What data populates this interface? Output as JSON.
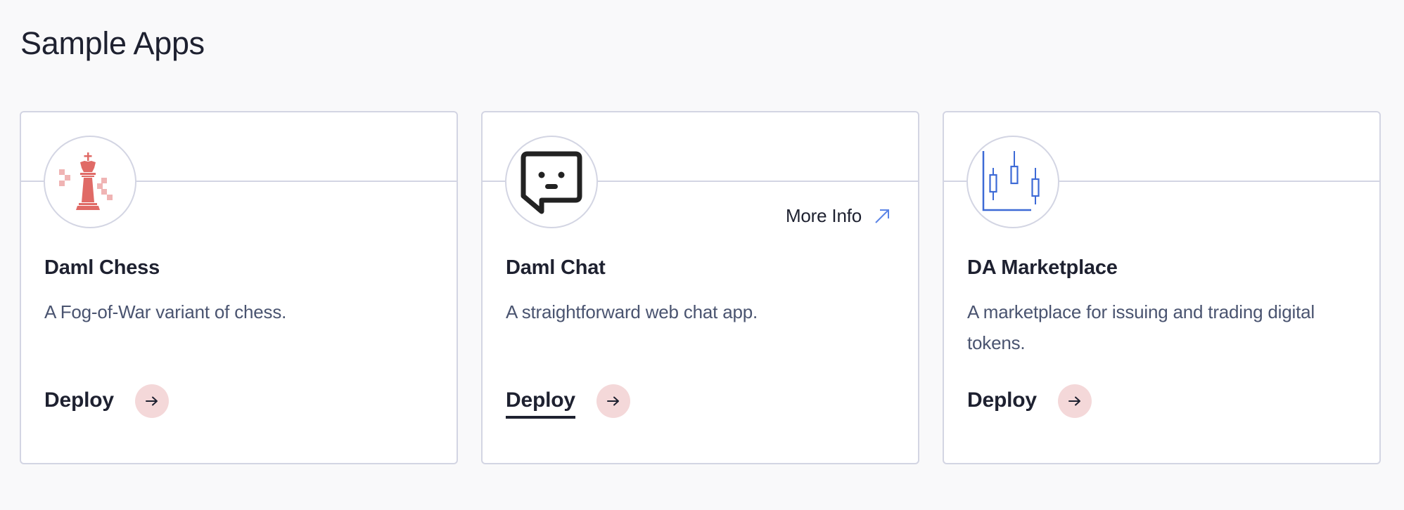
{
  "page": {
    "title": "Sample Apps"
  },
  "colors": {
    "background": "#f9f9fa",
    "card_border": "#d3d5e3",
    "text_primary": "#1e2130",
    "text_secondary": "#4a5470",
    "deploy_arrow_bg": "#f4d8d9",
    "chess_icon": "#e06a66",
    "chess_squares": "#f0b4b4",
    "marketplace_icon": "#3d6ad6",
    "more_info_arrow": "#5b84e6"
  },
  "cards": [
    {
      "icon": "chess-king-icon",
      "title": "Daml Chess",
      "description": "A Fog-of-War variant of chess.",
      "deploy_label": "Deploy",
      "deploy_icon": "arrow-right-icon"
    },
    {
      "icon": "chat-bubble-icon",
      "title": "Daml Chat",
      "description": "A straightforward web chat app.",
      "deploy_label": "Deploy",
      "deploy_icon": "arrow-right-icon",
      "more_info_label": "More Info",
      "more_info_icon": "external-link-arrow-icon"
    },
    {
      "icon": "candlestick-chart-icon",
      "title": "DA Marketplace",
      "description": "A marketplace for issuing and trading digital tokens.",
      "deploy_label": "Deploy",
      "deploy_icon": "arrow-right-icon"
    }
  ]
}
